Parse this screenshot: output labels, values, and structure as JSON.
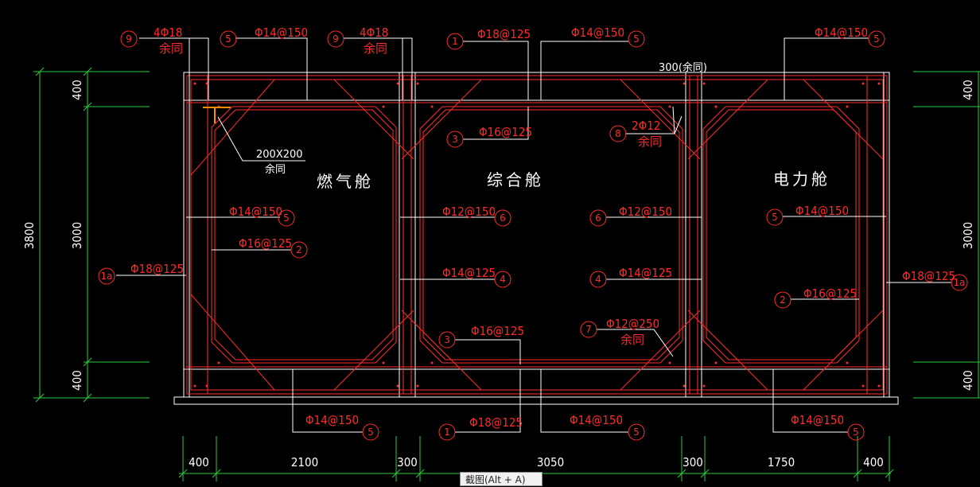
{
  "compartments": {
    "gas": "燃气舱",
    "utility": "综合舱",
    "power": "电力舱"
  },
  "dimensions": {
    "total_height": "3800",
    "left": [
      "400",
      "3000",
      "400"
    ],
    "right": [
      "400",
      "3000",
      "400"
    ],
    "bottom": [
      "400",
      "2100",
      "300",
      "3050",
      "300",
      "1750",
      "400"
    ]
  },
  "notes": {
    "haunch": "200X200",
    "haunch_sub": "余同",
    "top_width": "300(余同)"
  },
  "callouts": [
    {
      "num": "9",
      "text": "4Φ18",
      "sub": "余同"
    },
    {
      "num": "5",
      "text": "Φ14@150"
    },
    {
      "num": "9",
      "text": "4Φ18",
      "sub": "余同"
    },
    {
      "num": "1",
      "text": "Φ18@125"
    },
    {
      "num": "5",
      "text": "Φ14@150"
    },
    {
      "num": "5",
      "text": "Φ14@150"
    },
    {
      "num": "3",
      "text": "Φ16@125"
    },
    {
      "num": "8",
      "text": "2Φ12",
      "sub": "余同"
    },
    {
      "num": "5",
      "text": "Φ14@150"
    },
    {
      "num": "2",
      "text": "Φ16@125"
    },
    {
      "num": "1a",
      "text": "Φ18@125"
    },
    {
      "num": "6",
      "text": "Φ12@150"
    },
    {
      "num": "4",
      "text": "Φ14@125"
    },
    {
      "num": "6",
      "text": "Φ12@150"
    },
    {
      "num": "4",
      "text": "Φ14@125"
    },
    {
      "num": "5",
      "text": "Φ14@150"
    },
    {
      "num": "2",
      "text": "Φ16@125"
    },
    {
      "num": "1a",
      "text": "Φ18@125"
    },
    {
      "num": "3",
      "text": "Φ16@125"
    },
    {
      "num": "7",
      "text": "Φ12@250",
      "sub": "余同"
    },
    {
      "num": "5",
      "text": "Φ14@150"
    },
    {
      "num": "1",
      "text": "Φ18@125"
    },
    {
      "num": "5",
      "text": "Φ14@150"
    },
    {
      "num": "5",
      "text": "Φ14@150"
    }
  ],
  "tooltip": "截图(Alt + A)"
}
